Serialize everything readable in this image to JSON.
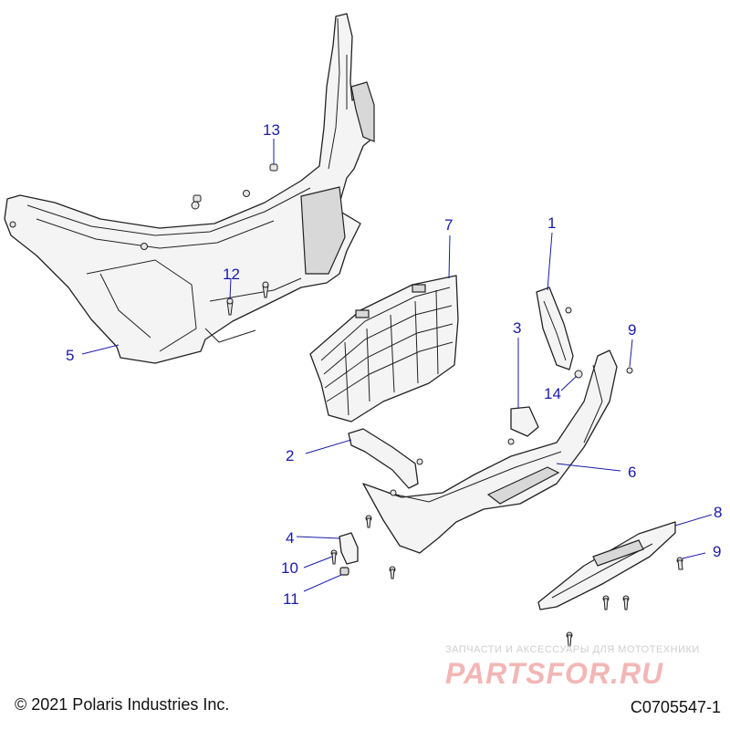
{
  "callouts": {
    "c1": "1",
    "c2": "2",
    "c3": "3",
    "c4": "4",
    "c5": "5",
    "c6": "6",
    "c7": "7",
    "c8": "8",
    "c9a": "9",
    "c9b": "9",
    "c10": "10",
    "c11": "11",
    "c12": "12",
    "c13": "13",
    "c14": "14"
  },
  "footer": {
    "copyright": "© 2021 Polaris Industries Inc.",
    "drawing_number": "C0705547-1"
  },
  "watermark": {
    "subtitle": "ЗАПЧАСТИ И АКСЕССУАРЫ ДЛЯ МОТОТЕХНИКИ",
    "logo": "PARTSFOR.RU"
  },
  "colors": {
    "callout": "#1a1aa6",
    "line": "#222222",
    "watermark": "#f3b6b6"
  }
}
